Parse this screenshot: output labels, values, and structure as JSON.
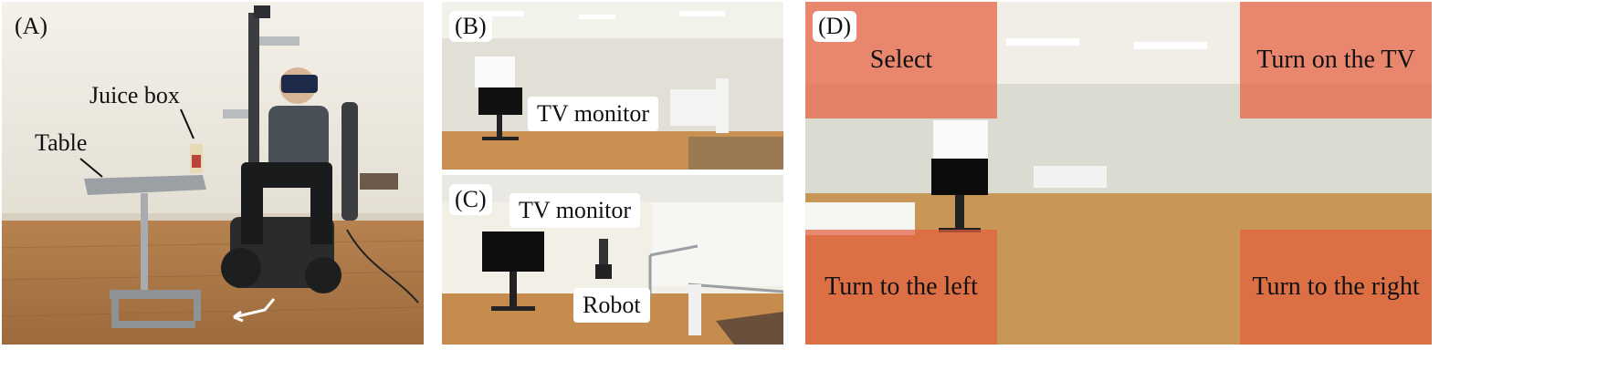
{
  "panels": {
    "a": {
      "label": "(A)",
      "table_label": "Table",
      "juice_label": "Juice box"
    },
    "b": {
      "label": "(B)",
      "tv_label": "TV monitor"
    },
    "c": {
      "label": "(C)",
      "tv_label": "TV monitor",
      "robot_label": "Robot"
    },
    "d": {
      "label": "(D)",
      "zones": {
        "top_left": "Select",
        "top_right": "Turn on the TV",
        "bottom_left": "Turn to the left",
        "bottom_right": "Turn to the right"
      }
    }
  },
  "colors": {
    "overlay": "#e4603e",
    "floor": "#c08a4e",
    "wall": "#ecebe4"
  }
}
